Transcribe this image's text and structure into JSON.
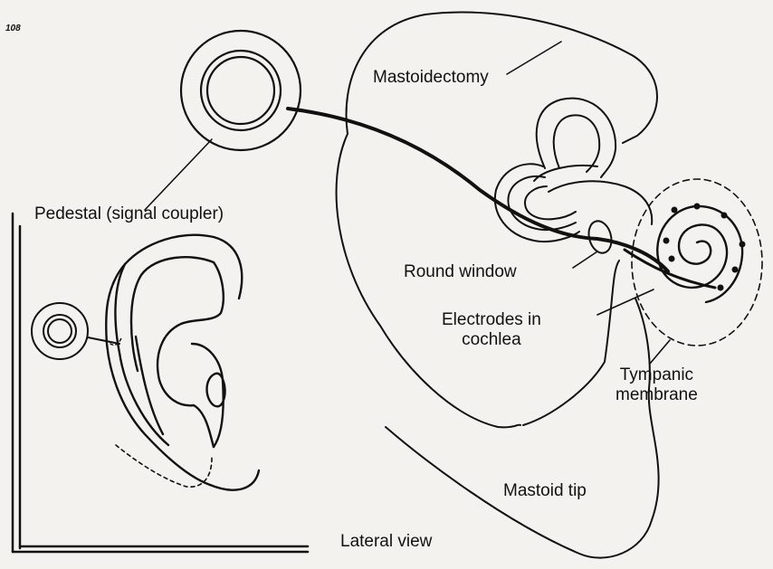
{
  "page_number": "108",
  "labels": {
    "pedestal": "Pedestal (signal coupler)",
    "mastoidectomy": "Mastoidectomy",
    "round_window": "Round window",
    "electrodes_line1": "Electrodes in",
    "electrodes_line2": "cochlea",
    "tympanic_line1": "Tympanic",
    "tympanic_line2": "membrane",
    "mastoid_tip": "Mastoid tip",
    "lateral_view": "Lateral view"
  }
}
